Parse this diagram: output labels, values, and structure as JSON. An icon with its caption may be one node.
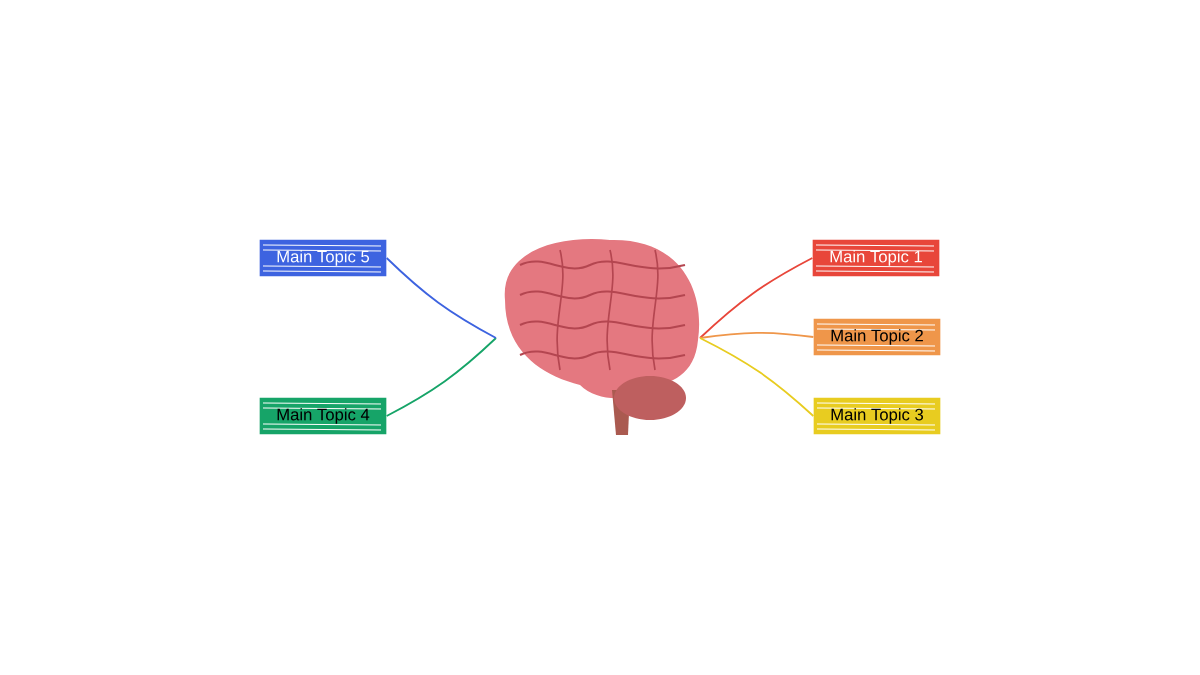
{
  "diagram": {
    "nodes": [
      {
        "text": [],
        "shape": "picture"
      },
      {
        "text": [
          "Main Topic 1"
        ]
      },
      {
        "text": [
          "Main Topic 2"
        ]
      },
      {
        "text": [
          "Main Topic 3"
        ]
      },
      {
        "text": [
          "Main Topic 4"
        ]
      },
      {
        "text": [
          "Main Topic 5"
        ]
      }
    ],
    "edges": [
      {
        "from": 0,
        "to": 1,
        "arrow": "none",
        "color": "#e8463a"
      },
      {
        "from": 0,
        "to": 2,
        "arrow": "none",
        "color": "#ef964a"
      },
      {
        "from": 0,
        "to": 3,
        "arrow": "none",
        "color": "#e8cc20"
      },
      {
        "from": 0,
        "to": 4,
        "arrow": "none",
        "color": "#16a468"
      },
      {
        "from": 0,
        "to": 5,
        "arrow": "none",
        "color": "#3d63e0"
      }
    ]
  }
}
